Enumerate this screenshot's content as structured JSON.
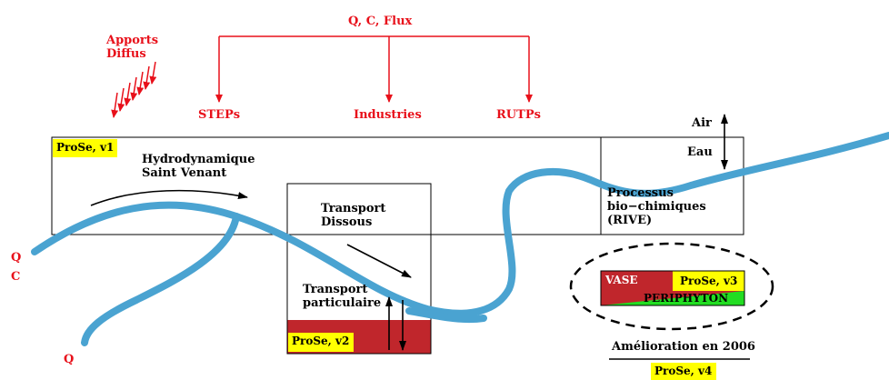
{
  "top": {
    "qcflux": "Q, C, Flux",
    "apports": "Apports",
    "diffus": "Diffus",
    "steps": "STEPs",
    "industries": "Industries",
    "rutps": "RUTPs"
  },
  "v1": {
    "badge": "ProSe, v1",
    "hydro1": "Hydrodynamique",
    "hydro2": "Saint Venant"
  },
  "v2": {
    "badge": "ProSe, v2",
    "dissous1": "Transport",
    "dissous2": "Dissous",
    "part1": "Transport",
    "part2": "particulaire"
  },
  "rive": {
    "air": "Air",
    "eau": "Eau",
    "line1": "Processus",
    "line2": "bio−chimiques",
    "line3": "(RIVE)"
  },
  "v3": {
    "badge": "ProSe, v3",
    "vase": "VASE",
    "periphyton": "PERIPHYTON"
  },
  "bottom": {
    "amelioration": "Amélioration en 2006",
    "badge": "ProSe, v4"
  },
  "left": {
    "q1": "Q",
    "c": "C",
    "q2": "Q"
  },
  "colors": {
    "river": "#4aa3d1",
    "red": "#e8101a",
    "sediment": "#c0262c",
    "badge": "#ffff00",
    "periphyton_green": "#22dd22"
  }
}
